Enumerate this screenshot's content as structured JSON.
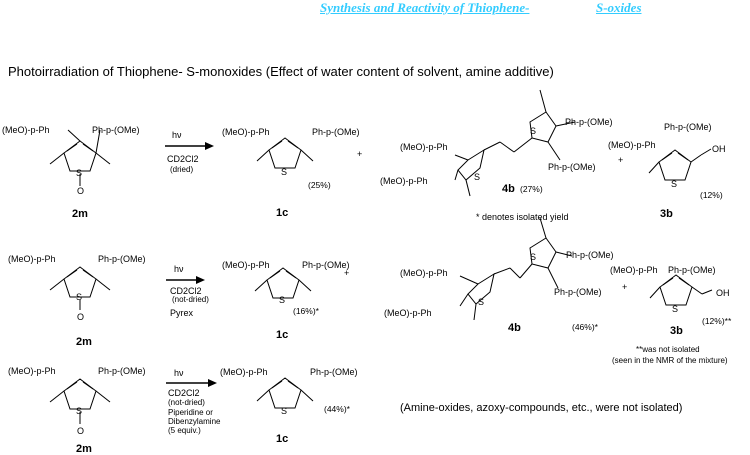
{
  "header": {
    "title_part1": "Synthesis and Reactivity of Thiophene-",
    "title_part2": "S-oxides"
  },
  "subtitle": "Photoirradiation of Thiophene- S-monoxides (Effect of water content of solvent, amine additive)",
  "labels": {
    "meo_ph": "(MeO)-p-Ph",
    "ph_ome": "Ph-p-(OMe)",
    "s": "S",
    "o": "O",
    "oh": "OH",
    "hv": "hν",
    "cd2cl2": "CD2Cl2",
    "plus": "+"
  },
  "rows": [
    {
      "start": "2m",
      "conditions": "(dried)",
      "conditions_extra": "",
      "product1": "1c",
      "product1_yield": "(25%)",
      "product2": "4b",
      "product2_yield": "(27%)",
      "product3": "3b",
      "product3_yield": "(12%)",
      "note": "* denotes isolated yield"
    },
    {
      "start": "2m",
      "conditions": "(not-dried)",
      "conditions_extra": "Pyrex",
      "product1": "1c",
      "product1_yield": "(16%)*",
      "product2": "4b",
      "product2_yield": "(46%)*",
      "product3": "3b",
      "product3_yield": "(12%)**",
      "note_line1": "**was not isolated",
      "note_line2": "(seen in the NMR of the mixture)"
    },
    {
      "start": "2m",
      "conditions": "(not-dried)",
      "conditions_line2": "Piperidine or",
      "conditions_line3": "Dibenzylamine",
      "conditions_line4": "(5 equiv.)",
      "product1": "1c",
      "product1_yield": "(44%)*"
    }
  ],
  "footnote": "(Amine-oxides, azoxy-compounds, etc., were not isolated)"
}
